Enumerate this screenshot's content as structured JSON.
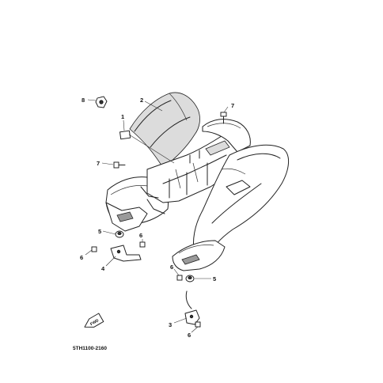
{
  "callouts": [
    {
      "id": "c8",
      "label": "8"
    },
    {
      "id": "c2",
      "label": "2"
    },
    {
      "id": "c1",
      "label": "1"
    },
    {
      "id": "c7a",
      "label": "7"
    },
    {
      "id": "c7b",
      "label": "7"
    },
    {
      "id": "c5a",
      "label": "5"
    },
    {
      "id": "c6a",
      "label": "6"
    },
    {
      "id": "c6b",
      "label": "6"
    },
    {
      "id": "c4",
      "label": "4"
    },
    {
      "id": "c6c",
      "label": "6"
    },
    {
      "id": "c5b",
      "label": "5"
    },
    {
      "id": "c3",
      "label": "3"
    },
    {
      "id": "c6d",
      "label": "6"
    }
  ],
  "front_marker": {
    "label": "FWD"
  },
  "drawing_code": "5TH1100-2160"
}
